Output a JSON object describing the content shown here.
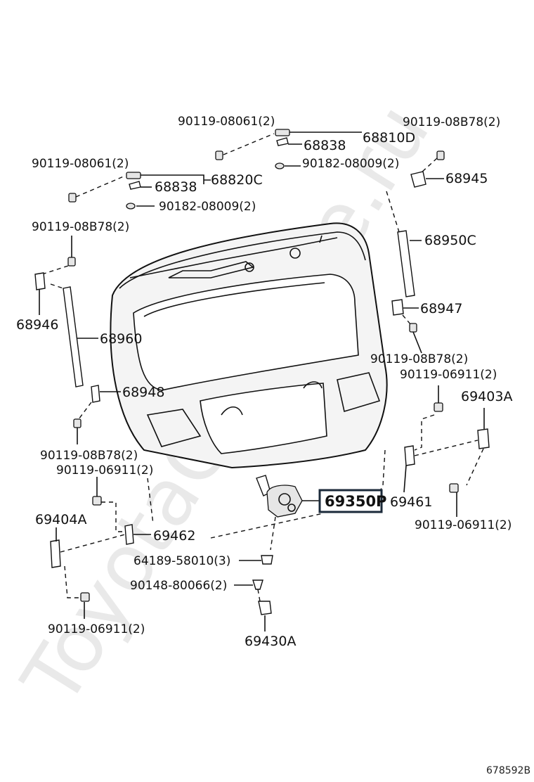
{
  "watermark": "ToyotaCarMine.ru",
  "figure_ref": "678592B",
  "labels": {
    "l_90119_08061_top": "90119-08061(2)",
    "l_68838_top": "68838",
    "l_68810D": "68810D",
    "l_90182_08009_top": "90182-08009(2)",
    "l_90119_08061_left": "90119-08061(2)",
    "l_68838_left": "68838",
    "l_68820C": "68820C",
    "l_90182_08009_left": "90182-08009(2)",
    "l_90119_08B78_topright": "90119-08B78(2)",
    "l_68945": "68945",
    "l_68950C": "68950C",
    "l_68947": "68947",
    "l_90119_08B78_right": "90119-08B78(2)",
    "l_90119_08B78_left": "90119-08B78(2)",
    "l_68946": "68946",
    "l_68960": "68960",
    "l_68948": "68948",
    "l_90119_08B78_lowleft": "90119-08B78(2)",
    "l_90119_06911_left": "90119-06911(2)",
    "l_69404A": "69404A",
    "l_69462": "69462",
    "l_90119_06911_bottomleft": "90119-06911(2)",
    "l_69350P": "69350P",
    "l_90119_06911_right": "90119-06911(2)",
    "l_69403A": "69403A",
    "l_69461": "69461",
    "l_90119_06911_lowright": "90119-06911(2)",
    "l_64189_58010": "64189-58010(3)",
    "l_90148_80066": "90148-80066(2)",
    "l_69430A": "69430A"
  }
}
